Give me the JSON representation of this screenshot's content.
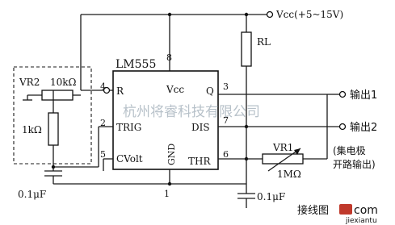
{
  "supply": {
    "label": "Vcc(+5~15V)"
  },
  "chip": {
    "name": "LM555",
    "pins": {
      "r": "R",
      "vcc": "Vcc",
      "q": "Q",
      "trig": "TRIG",
      "dis": "DIS",
      "cvolt": "CVolt",
      "gnd": "GND",
      "thr": "THR"
    },
    "pin_numbers": {
      "p4": "4",
      "p8": "8",
      "p3": "3",
      "p2": "2",
      "p7": "7",
      "p5": "5",
      "p6": "6",
      "p1": "1"
    }
  },
  "components": {
    "rl": "RL",
    "vr2": "VR2",
    "vr2_value": "10kΩ",
    "r1k": "1kΩ",
    "c1": "0.1μF",
    "vr1": "VR1",
    "vr1_value": "1MΩ",
    "c2": "0.1μF"
  },
  "outputs": {
    "out1": "输出1",
    "out2": "输出2",
    "note_line1": "(集电极",
    "note_line2": "开路输出)"
  },
  "watermarks": {
    "center": "杭州将睿科技有限公司",
    "corner_cn": "接线图",
    "corner_com": "com",
    "corner_url": "jiexiantu"
  }
}
